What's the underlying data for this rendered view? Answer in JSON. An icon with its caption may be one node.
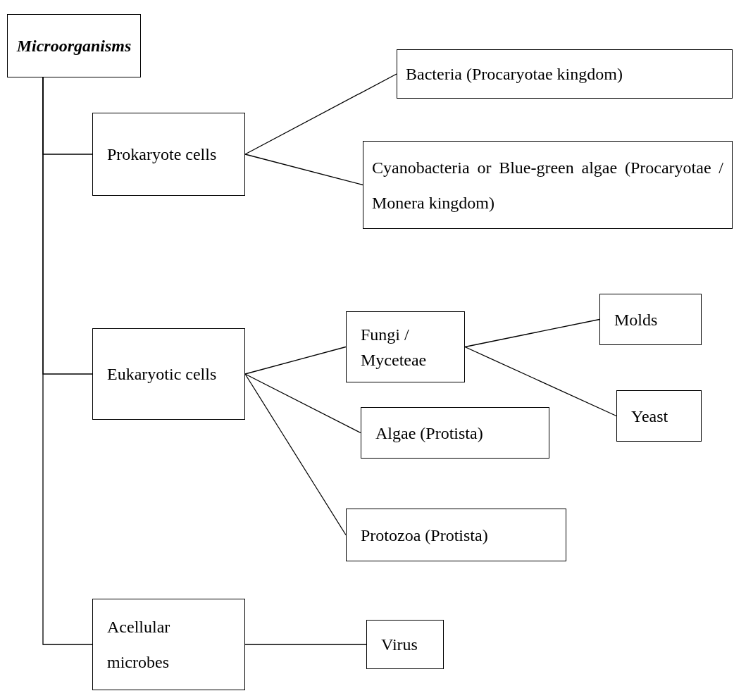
{
  "diagram": {
    "nodes": [
      {
        "text": [
          "Microorganisms"
        ]
      },
      {
        "text": [
          "Prokaryote cells"
        ]
      },
      {
        "text": [
          "Bacteria (Procaryotae kingdom)"
        ]
      },
      {
        "text": [
          "Cyanobacteria or Blue-green algae (Procaryotae / Monera kingdom)"
        ]
      },
      {
        "text": [
          "Eukaryotic cells"
        ]
      },
      {
        "text": [
          "Fungi / Myceteae"
        ]
      },
      {
        "text": [
          "Molds"
        ]
      },
      {
        "text": [
          "Yeast"
        ]
      },
      {
        "text": [
          "Algae (Protista)"
        ]
      },
      {
        "text": [
          "Protozoa (Protista)"
        ]
      },
      {
        "text": [
          "Acellular microbes"
        ]
      },
      {
        "text": [
          "Virus"
        ]
      }
    ],
    "edges": [
      {
        "from": 0,
        "to": 1,
        "arrow": "none"
      },
      {
        "from": 0,
        "to": 4,
        "arrow": "none"
      },
      {
        "from": 0,
        "to": 10,
        "arrow": "none"
      },
      {
        "from": 1,
        "to": 2,
        "arrow": "none"
      },
      {
        "from": 1,
        "to": 3,
        "arrow": "none"
      },
      {
        "from": 4,
        "to": 5,
        "arrow": "none"
      },
      {
        "from": 4,
        "to": 8,
        "arrow": "none"
      },
      {
        "from": 4,
        "to": 9,
        "arrow": "none"
      },
      {
        "from": 5,
        "to": 6,
        "arrow": "none"
      },
      {
        "from": 5,
        "to": 7,
        "arrow": "none"
      },
      {
        "from": 10,
        "to": 11,
        "arrow": "none"
      }
    ]
  }
}
